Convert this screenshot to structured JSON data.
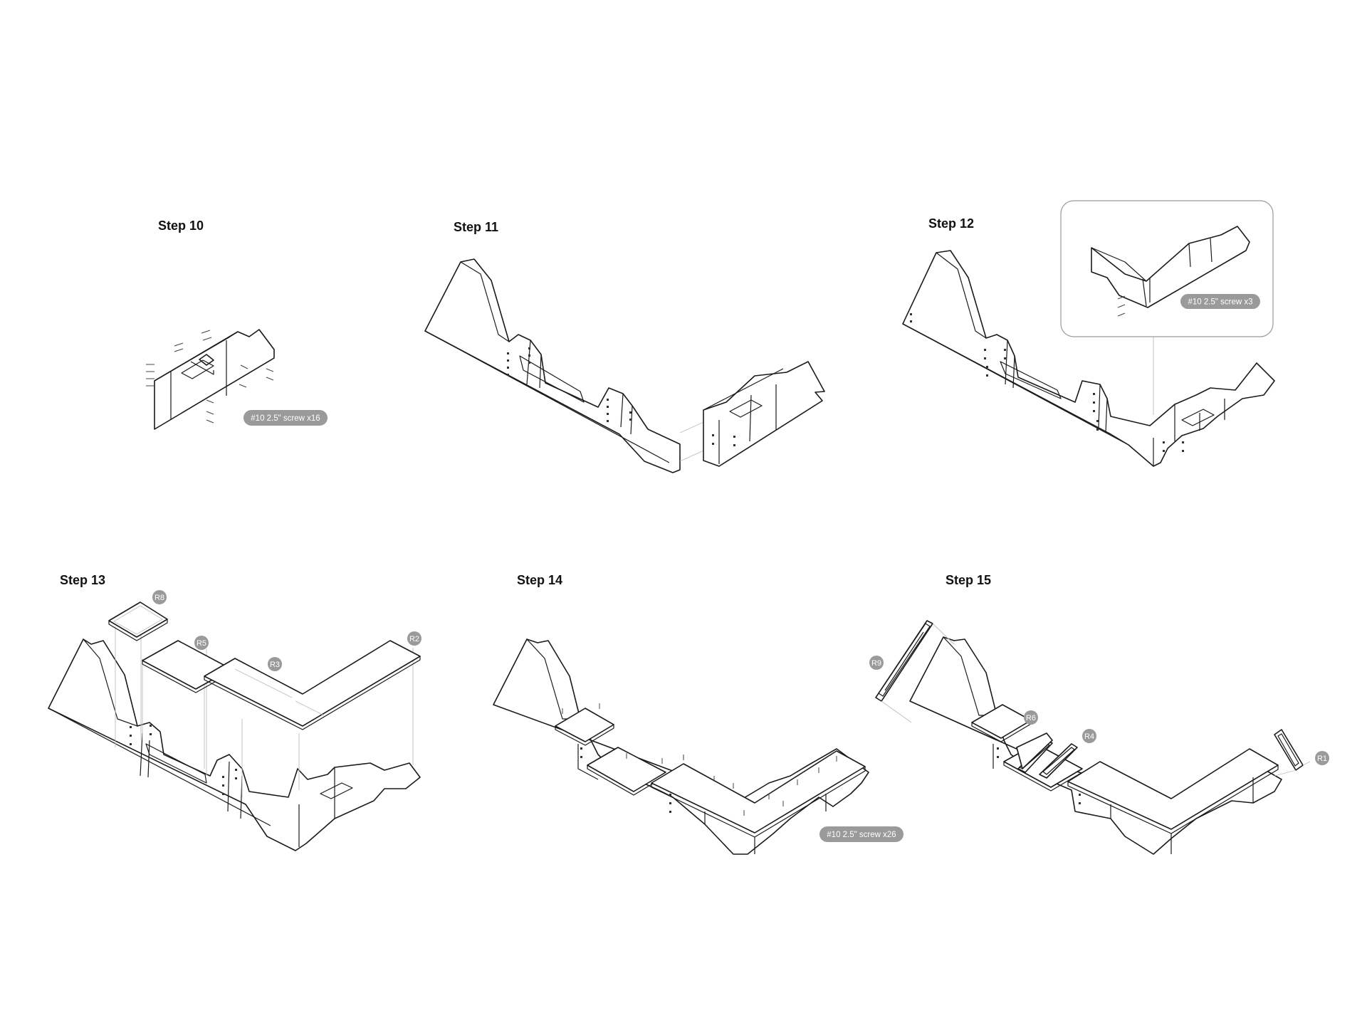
{
  "steps": [
    {
      "label": "Step 10",
      "callout": "#10 2.5\" screw x16"
    },
    {
      "label": "Step 11"
    },
    {
      "label": "Step 12",
      "callout": "#10 2.5\" screw x3"
    },
    {
      "label": "Step 13",
      "parts": [
        "R8",
        "R5",
        "R3",
        "R2"
      ]
    },
    {
      "label": "Step 14",
      "callout": "#10 2.5\" screw x26"
    },
    {
      "label": "Step 15",
      "parts": [
        "R9",
        "R6",
        "R4",
        "R1"
      ]
    }
  ],
  "colors": {
    "line": "#1a1a1a",
    "pill": "#9a9a9a",
    "guide": "#bdbdbd"
  }
}
